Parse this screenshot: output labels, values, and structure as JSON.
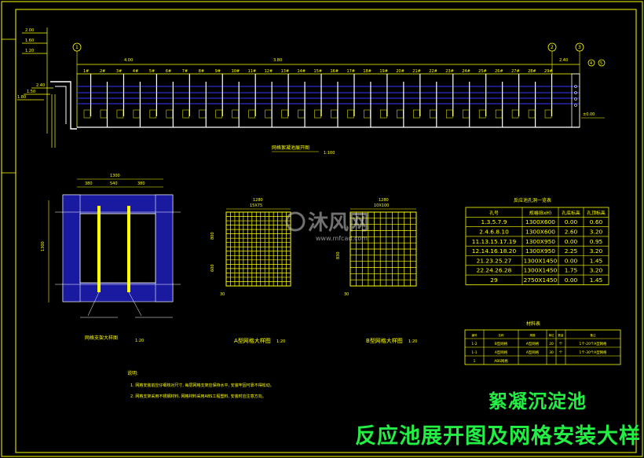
{
  "title_main": "絮凝沉淀池",
  "title_sub": "反应池展开图及网格安装大样",
  "watermark": "沐风网",
  "watermark_url": "www.mfcad.com",
  "colors": {
    "background": "#000000",
    "frame": "#ffff00",
    "accent": "#22ee44",
    "water": "#3333ff",
    "wall": "#2222cc"
  },
  "elevation_view": {
    "caption": "网格絮凝池展开图",
    "scale": "1:100",
    "levels_left": [
      "2.00",
      "1.60",
      "1.20",
      "1.80",
      "1.50",
      "2.40"
    ],
    "level_top": "4.00",
    "level_mid": "3.80",
    "level_right": "2.40",
    "level_base": "±0.00",
    "axis_markers": [
      "1",
      "2",
      "3",
      "4",
      "5"
    ],
    "bays": [
      "1#",
      "2#",
      "3#",
      "4#",
      "5#",
      "6#",
      "7#",
      "8#",
      "9#",
      "10#",
      "11#",
      "12#",
      "13#",
      "14#",
      "15#",
      "16#",
      "17#",
      "18#",
      "19#",
      "20#",
      "21#",
      "22#",
      "23#",
      "24#",
      "25#",
      "26#",
      "27#",
      "28#",
      "29#"
    ]
  },
  "detail_frame": {
    "caption": "网格支架大样图",
    "scale": "1:20",
    "dims": [
      "1300",
      "380",
      "540",
      "380",
      "1300"
    ]
  },
  "grid_a": {
    "caption": "A型网格大样图",
    "scale": "1:20",
    "dims": [
      "1280",
      "15X75",
      "800",
      "600",
      "30"
    ]
  },
  "grid_b": {
    "caption": "B型网格大样图",
    "scale": "1:20",
    "dims": [
      "1280",
      "10X100",
      "830",
      "30"
    ]
  },
  "opening_table": {
    "title": "反应池孔洞一览表",
    "headers": [
      "孔号",
      "规格(BxH)",
      "孔底标高",
      "孔顶标高"
    ],
    "rows": [
      [
        "1.3.5.7.9",
        "1300X600",
        "0.00",
        "0.60"
      ],
      [
        "2.4.6.8.10",
        "1300X600",
        "2.60",
        "3.20"
      ],
      [
        "11.13.15.17.19",
        "1300X950",
        "0.00",
        "0.95"
      ],
      [
        "12.14.16.18.20",
        "1300X950",
        "2.25",
        "3.20"
      ],
      [
        "21.23.25.27",
        "1300X1450",
        "0.00",
        "1.45"
      ],
      [
        "22.24.26.28",
        "1300X1450",
        "1.75",
        "3.20"
      ],
      [
        "29",
        "2750X1450",
        "0.00",
        "1.45"
      ]
    ]
  },
  "material_table": {
    "title": "材料表",
    "headers": [
      "编号",
      "名称",
      "规格",
      "单位",
      "数量",
      "备注"
    ],
    "rows": [
      [
        "1-2",
        "B型网格",
        "A型网格",
        "20",
        "个",
        "1个-20个A型网格"
      ],
      [
        "1-1",
        "A型网格",
        "A型网格",
        "30",
        "个",
        "1个-30个A型网格"
      ],
      [
        "1",
        "ABS网格",
        "",
        "",
        "",
        ""
      ]
    ]
  },
  "notes": {
    "heading": "说明:",
    "items": [
      "1. 网格安装前应仔细核对尺寸, 每层网格支架应保持水平, 安装牢固可靠不得松动。",
      "2. 网格支架采用不锈钢材料, 网格材料采用ABS工程塑料, 安装时应注意方向。"
    ]
  }
}
